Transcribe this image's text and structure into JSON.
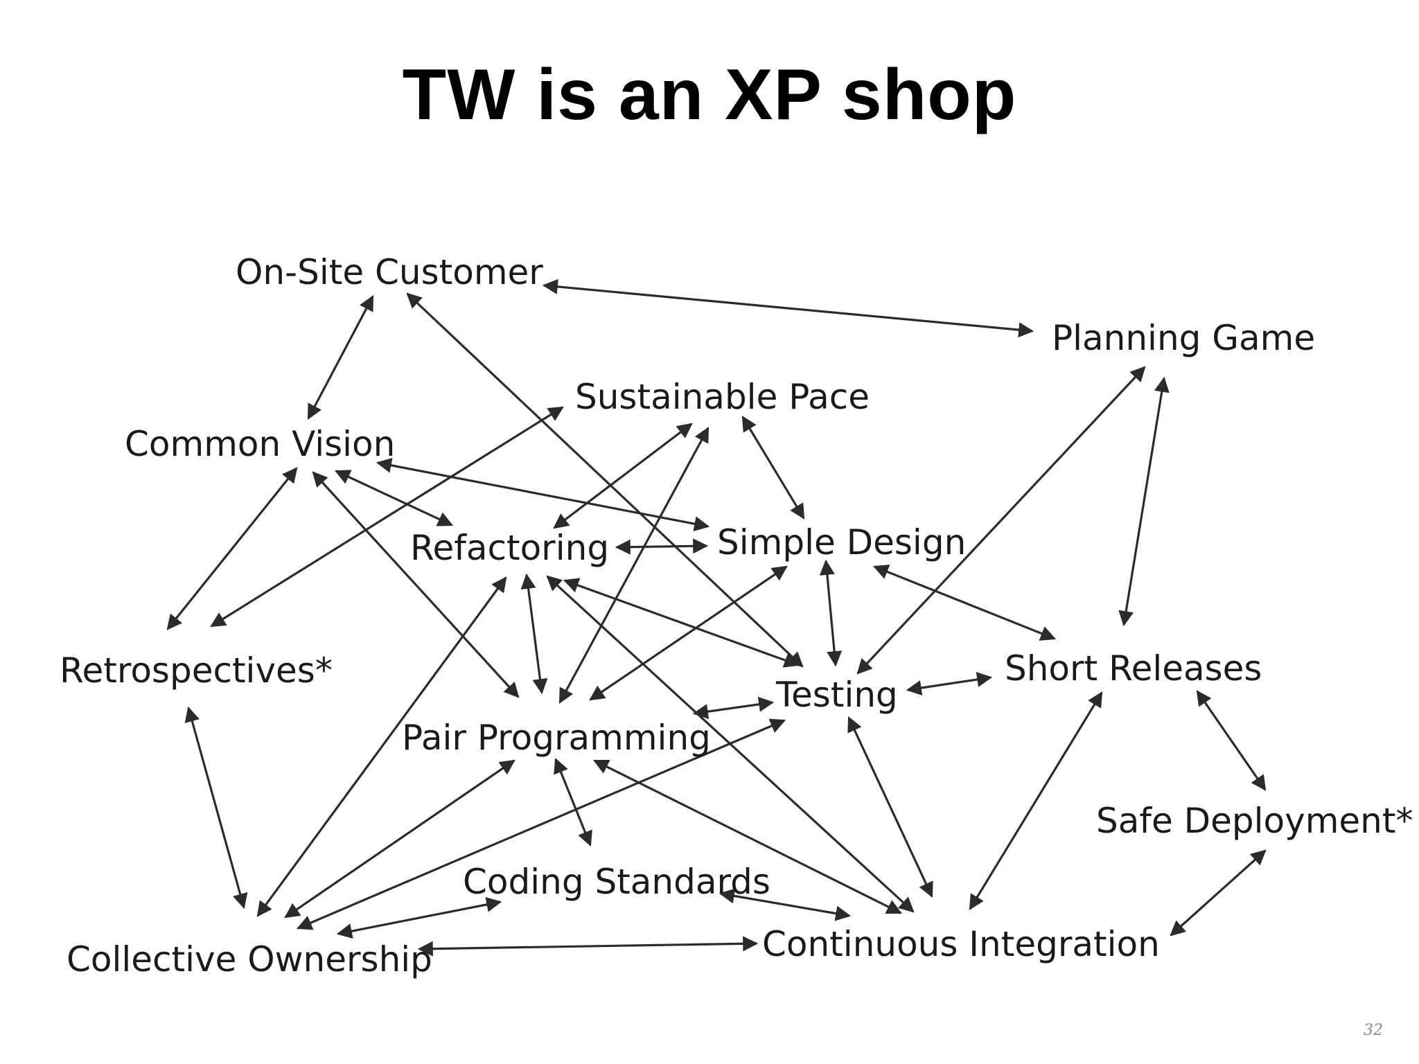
{
  "title": "TW is an XP shop",
  "page_number": "32",
  "colors": {
    "text": "#1a1a1a",
    "arrow": "#2b2b2b",
    "background": "#ffffff"
  },
  "diagram": {
    "nodes": [
      {
        "id": "onsite",
        "label": "On-Site Customer"
      },
      {
        "id": "planning",
        "label": "Planning Game"
      },
      {
        "id": "sustainable",
        "label": "Sustainable Pace"
      },
      {
        "id": "vision",
        "label": "Common Vision"
      },
      {
        "id": "refactoring",
        "label": "Refactoring"
      },
      {
        "id": "simple",
        "label": "Simple Design"
      },
      {
        "id": "retro",
        "label": "Retrospectives*"
      },
      {
        "id": "testing",
        "label": "Testing"
      },
      {
        "id": "short",
        "label": "Short Releases"
      },
      {
        "id": "pair",
        "label": "Pair Programming"
      },
      {
        "id": "safe",
        "label": "Safe Deployment*"
      },
      {
        "id": "coding",
        "label": "Coding Standards"
      },
      {
        "id": "collective",
        "label": "Collective Ownership"
      },
      {
        "id": "ci",
        "label": "Continuous Integration"
      }
    ],
    "edges": [
      [
        "onsite",
        "planning"
      ],
      [
        "onsite",
        "vision"
      ],
      [
        "onsite",
        "testing"
      ],
      [
        "vision",
        "simple"
      ],
      [
        "vision",
        "refactoring"
      ],
      [
        "vision",
        "pair"
      ],
      [
        "vision",
        "retro"
      ],
      [
        "sustainable",
        "retro"
      ],
      [
        "sustainable",
        "refactoring"
      ],
      [
        "sustainable",
        "pair"
      ],
      [
        "sustainable",
        "simple"
      ],
      [
        "refactoring",
        "simple"
      ],
      [
        "refactoring",
        "pair"
      ],
      [
        "refactoring",
        "testing"
      ],
      [
        "refactoring",
        "ci"
      ],
      [
        "refactoring",
        "collective"
      ],
      [
        "simple",
        "pair"
      ],
      [
        "simple",
        "testing"
      ],
      [
        "simple",
        "short"
      ],
      [
        "planning",
        "testing"
      ],
      [
        "planning",
        "short"
      ],
      [
        "testing",
        "short"
      ],
      [
        "testing",
        "pair"
      ],
      [
        "testing",
        "ci"
      ],
      [
        "testing",
        "collective"
      ],
      [
        "short",
        "ci"
      ],
      [
        "short",
        "safe"
      ],
      [
        "pair",
        "coding"
      ],
      [
        "pair",
        "ci"
      ],
      [
        "pair",
        "collective"
      ],
      [
        "retro",
        "collective"
      ],
      [
        "coding",
        "collective"
      ],
      [
        "coding",
        "ci"
      ],
      [
        "safe",
        "ci"
      ],
      [
        "collective",
        "ci"
      ]
    ]
  }
}
